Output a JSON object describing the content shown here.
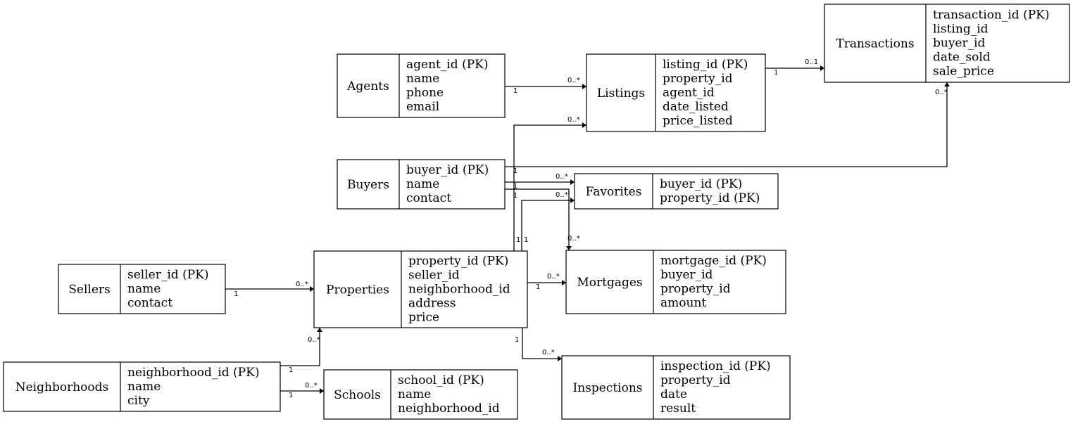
{
  "diagram": {
    "entities": {
      "agents": {
        "name": "Agents",
        "fields": [
          "agent_id (PK)",
          "name",
          "phone",
          "email"
        ]
      },
      "listings": {
        "name": "Listings",
        "fields": [
          "listing_id (PK)",
          "property_id",
          "agent_id",
          "date_listed",
          "price_listed"
        ]
      },
      "transactions": {
        "name": "Transactions",
        "fields": [
          "transaction_id (PK)",
          "listing_id",
          "buyer_id",
          "date_sold",
          "sale_price"
        ]
      },
      "buyers": {
        "name": "Buyers",
        "fields": [
          "buyer_id (PK)",
          "name",
          "contact"
        ]
      },
      "favorites": {
        "name": "Favorites",
        "fields": [
          "buyer_id (PK)",
          "property_id (PK)"
        ]
      },
      "sellers": {
        "name": "Sellers",
        "fields": [
          "seller_id (PK)",
          "name",
          "contact"
        ]
      },
      "properties": {
        "name": "Properties",
        "fields": [
          "property_id (PK)",
          "seller_id",
          "neighborhood_id",
          "address",
          "price"
        ]
      },
      "mortgages": {
        "name": "Mortgages",
        "fields": [
          "mortgage_id (PK)",
          "buyer_id",
          "property_id",
          "amount"
        ]
      },
      "neighborhoods": {
        "name": "Neighborhoods",
        "fields": [
          "neighborhood_id (PK)",
          "name",
          "city"
        ]
      },
      "schools": {
        "name": "Schools",
        "fields": [
          "school_id (PK)",
          "name",
          "neighborhood_id"
        ]
      },
      "inspections": {
        "name": "Inspections",
        "fields": [
          "inspection_id (PK)",
          "property_id",
          "date",
          "result"
        ]
      }
    },
    "relationships": [
      {
        "from": "agents",
        "to": "listings",
        "from_mult": "1",
        "to_mult": "0..*"
      },
      {
        "from": "listings",
        "to": "transactions",
        "from_mult": "1",
        "to_mult": "0..1"
      },
      {
        "from": "properties",
        "to": "listings",
        "from_mult": "1",
        "to_mult": "0..*"
      },
      {
        "from": "buyers",
        "to": "transactions",
        "from_mult": "1",
        "to_mult": "0..*"
      },
      {
        "from": "buyers",
        "to": "favorites",
        "from_mult": "1",
        "to_mult": "0..*"
      },
      {
        "from": "properties",
        "to": "favorites",
        "from_mult": "1",
        "to_mult": "0..*"
      },
      {
        "from": "buyers",
        "to": "mortgages",
        "from_mult": "1",
        "to_mult": "0..*"
      },
      {
        "from": "properties",
        "to": "mortgages",
        "from_mult": "1",
        "to_mult": "0..*"
      },
      {
        "from": "sellers",
        "to": "properties",
        "from_mult": "1",
        "to_mult": "0..*"
      },
      {
        "from": "neighborhoods",
        "to": "properties",
        "from_mult": "1",
        "to_mult": "0..*"
      },
      {
        "from": "neighborhoods",
        "to": "schools",
        "from_mult": "1",
        "to_mult": "0..*"
      },
      {
        "from": "properties",
        "to": "inspections",
        "from_mult": "1",
        "to_mult": "0..*"
      }
    ]
  }
}
